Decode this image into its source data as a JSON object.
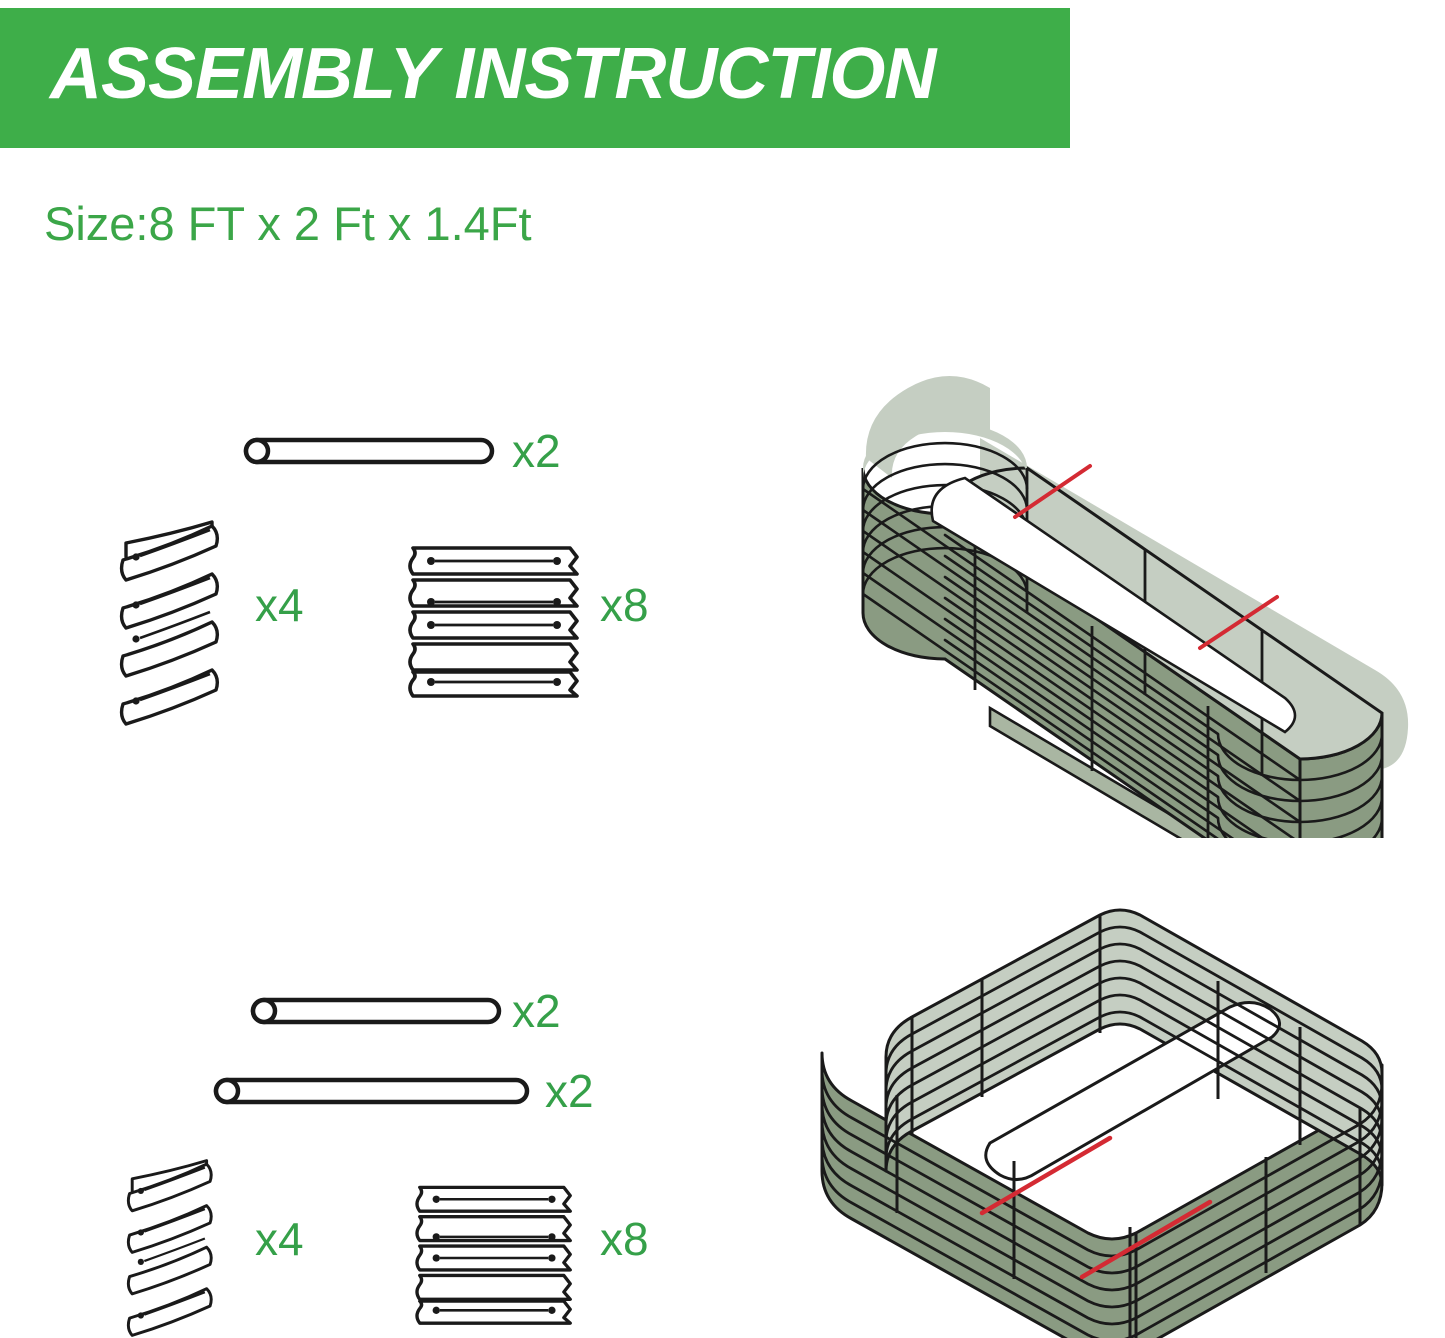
{
  "header": {
    "title": "ASSEMBLY INSTRUCTION",
    "bar_color": "#3EAE49",
    "title_color": "#ffffff"
  },
  "size": {
    "text": "Size:8 FT x 2 Ft x 1.4Ft",
    "color": "#3BA648"
  },
  "palette": {
    "green_accent": "#3EAE49",
    "qty_green": "#35A049",
    "panel_outer": "#8A9B82",
    "panel_inner": "#C5CEC2",
    "panel_top": "#A9B6A2",
    "outline": "#1A1A1A",
    "brace_red": "#D42A33",
    "white": "#FFFFFF"
  },
  "sections": [
    {
      "id": "top",
      "name": "top-configuration",
      "parts": [
        {
          "id": "rod-long",
          "icon": "rod-icon",
          "qty_label": "x2"
        },
        {
          "id": "corner-panel-stack",
          "icon": "curved-panel-stack-icon",
          "qty_label": "x4"
        },
        {
          "id": "side-panel-stack",
          "icon": "flat-panel-stack-icon",
          "qty_label": "x8"
        }
      ],
      "model": {
        "id": "oval-bed-model",
        "shape": "stadium-oval",
        "courses": 7,
        "braces": 2
      }
    },
    {
      "id": "bottom",
      "name": "bottom-configuration",
      "parts": [
        {
          "id": "rod-short",
          "icon": "rod-icon",
          "qty_label": "x2"
        },
        {
          "id": "rod-long-2",
          "icon": "rod-icon",
          "qty_label": "x2"
        },
        {
          "id": "corner-panel-stack-2",
          "icon": "curved-panel-stack-icon",
          "qty_label": "x4"
        },
        {
          "id": "side-panel-stack-2",
          "icon": "flat-panel-stack-icon",
          "qty_label": "x8"
        }
      ],
      "model": {
        "id": "rectangular-bed-model",
        "shape": "rounded-rectangle",
        "courses": 7,
        "braces": 2
      }
    }
  ]
}
